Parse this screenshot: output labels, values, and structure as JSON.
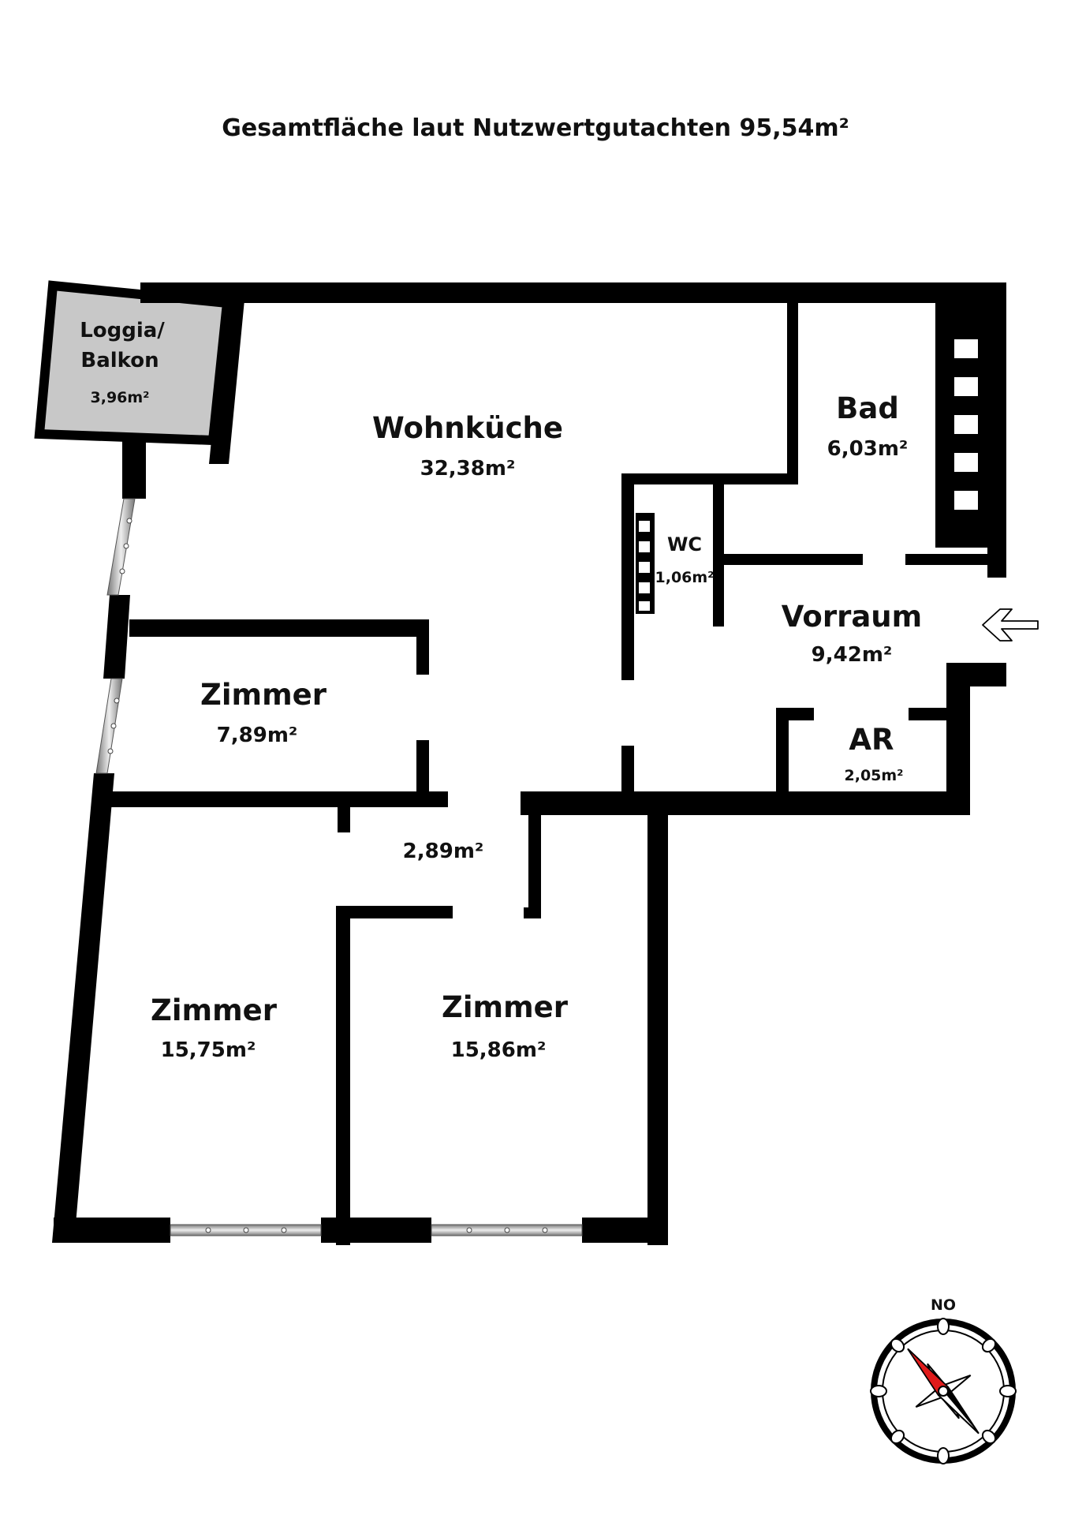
{
  "title": "Gesamtfläche laut Nutzwertgutachten 95,54m²",
  "rooms": {
    "loggia": {
      "name_line1": "Loggia/",
      "name_line2": "Balkon",
      "area": "3,96m²"
    },
    "wohnkueche": {
      "name": "Wohnküche",
      "area": "32,38m²"
    },
    "bad": {
      "name": "Bad",
      "area": "6,03m²"
    },
    "wc": {
      "name": "WC",
      "area": "1,06m²"
    },
    "vorraum": {
      "name": "Vorraum",
      "area": "9,42m²"
    },
    "ar": {
      "name": "AR",
      "area": "2,05m²"
    },
    "zimmer_small": {
      "name": "Zimmer",
      "area": "7,89m²"
    },
    "flur": {
      "area": "2,89m²"
    },
    "zimmer_left": {
      "name": "Zimmer",
      "area": "15,75m²"
    },
    "zimmer_right": {
      "name": "Zimmer",
      "area": "15,86m²"
    }
  },
  "compass": {
    "label": "NO",
    "icon": "compass-icon"
  },
  "entrance": {
    "icon": "entrance-arrow-icon"
  },
  "colors": {
    "wall": "#000000",
    "loggia_fill": "#c8c8c8",
    "compass_needle": "#e01b1b"
  }
}
